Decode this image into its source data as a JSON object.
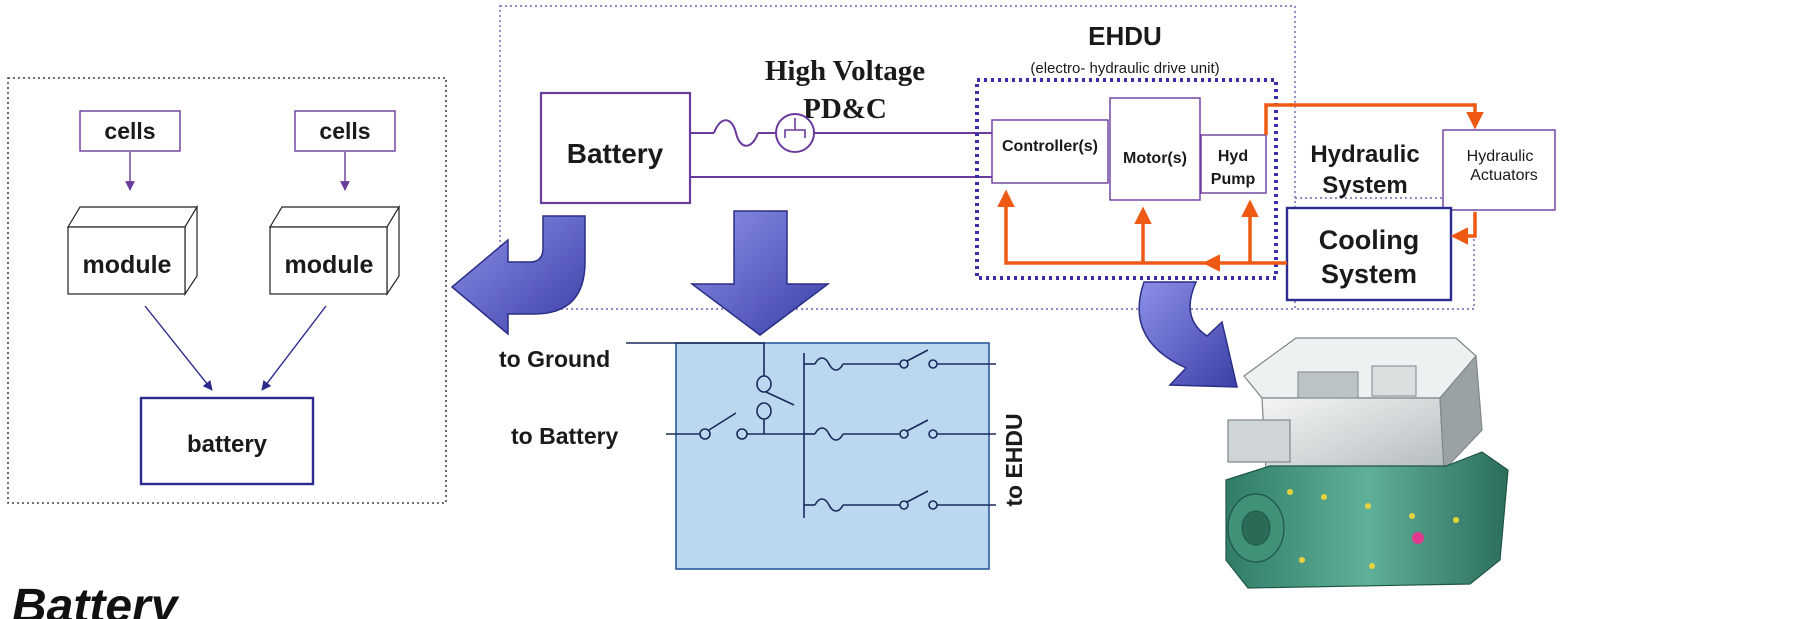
{
  "colors": {
    "purple": "#6a3a9c",
    "dark_blue": "#2c2a8c",
    "orange": "#ee5a14",
    "dotted": "#6d62b8",
    "pdc_fill": "#bcd8f0",
    "arrow_fill": "#5b62c8"
  },
  "battery_panel": {
    "cells_left": "cells",
    "cells_right": "cells",
    "module_left": "module",
    "module_right": "module",
    "battery": "battery",
    "caption": "Battery"
  },
  "hv_section": {
    "title_line1": "High Voltage",
    "title_line2": "PD&C",
    "battery_box": "Battery"
  },
  "ehdu": {
    "title": "EHDU",
    "subtitle": "(electro- hydraulic drive unit)",
    "controller": "Controller(s)",
    "motor": "Motor(s)",
    "pump_line1": "Hyd",
    "pump_line2": "Pump"
  },
  "systems": {
    "hydraulic_line1": "Hydraulic",
    "hydraulic_line2": "System",
    "actuators_line1": "Hydraulic",
    "actuators_line2": "Actuators",
    "cooling_line1": "Cooling",
    "cooling_line2": "System"
  },
  "pdc_detail": {
    "to_ground": "to Ground",
    "to_battery": "to Battery",
    "to_ehdu": "to EHDU"
  },
  "icons": {
    "fuse": "fuse-icon",
    "contactor": "contactor-icon",
    "switch": "switch-icon"
  }
}
